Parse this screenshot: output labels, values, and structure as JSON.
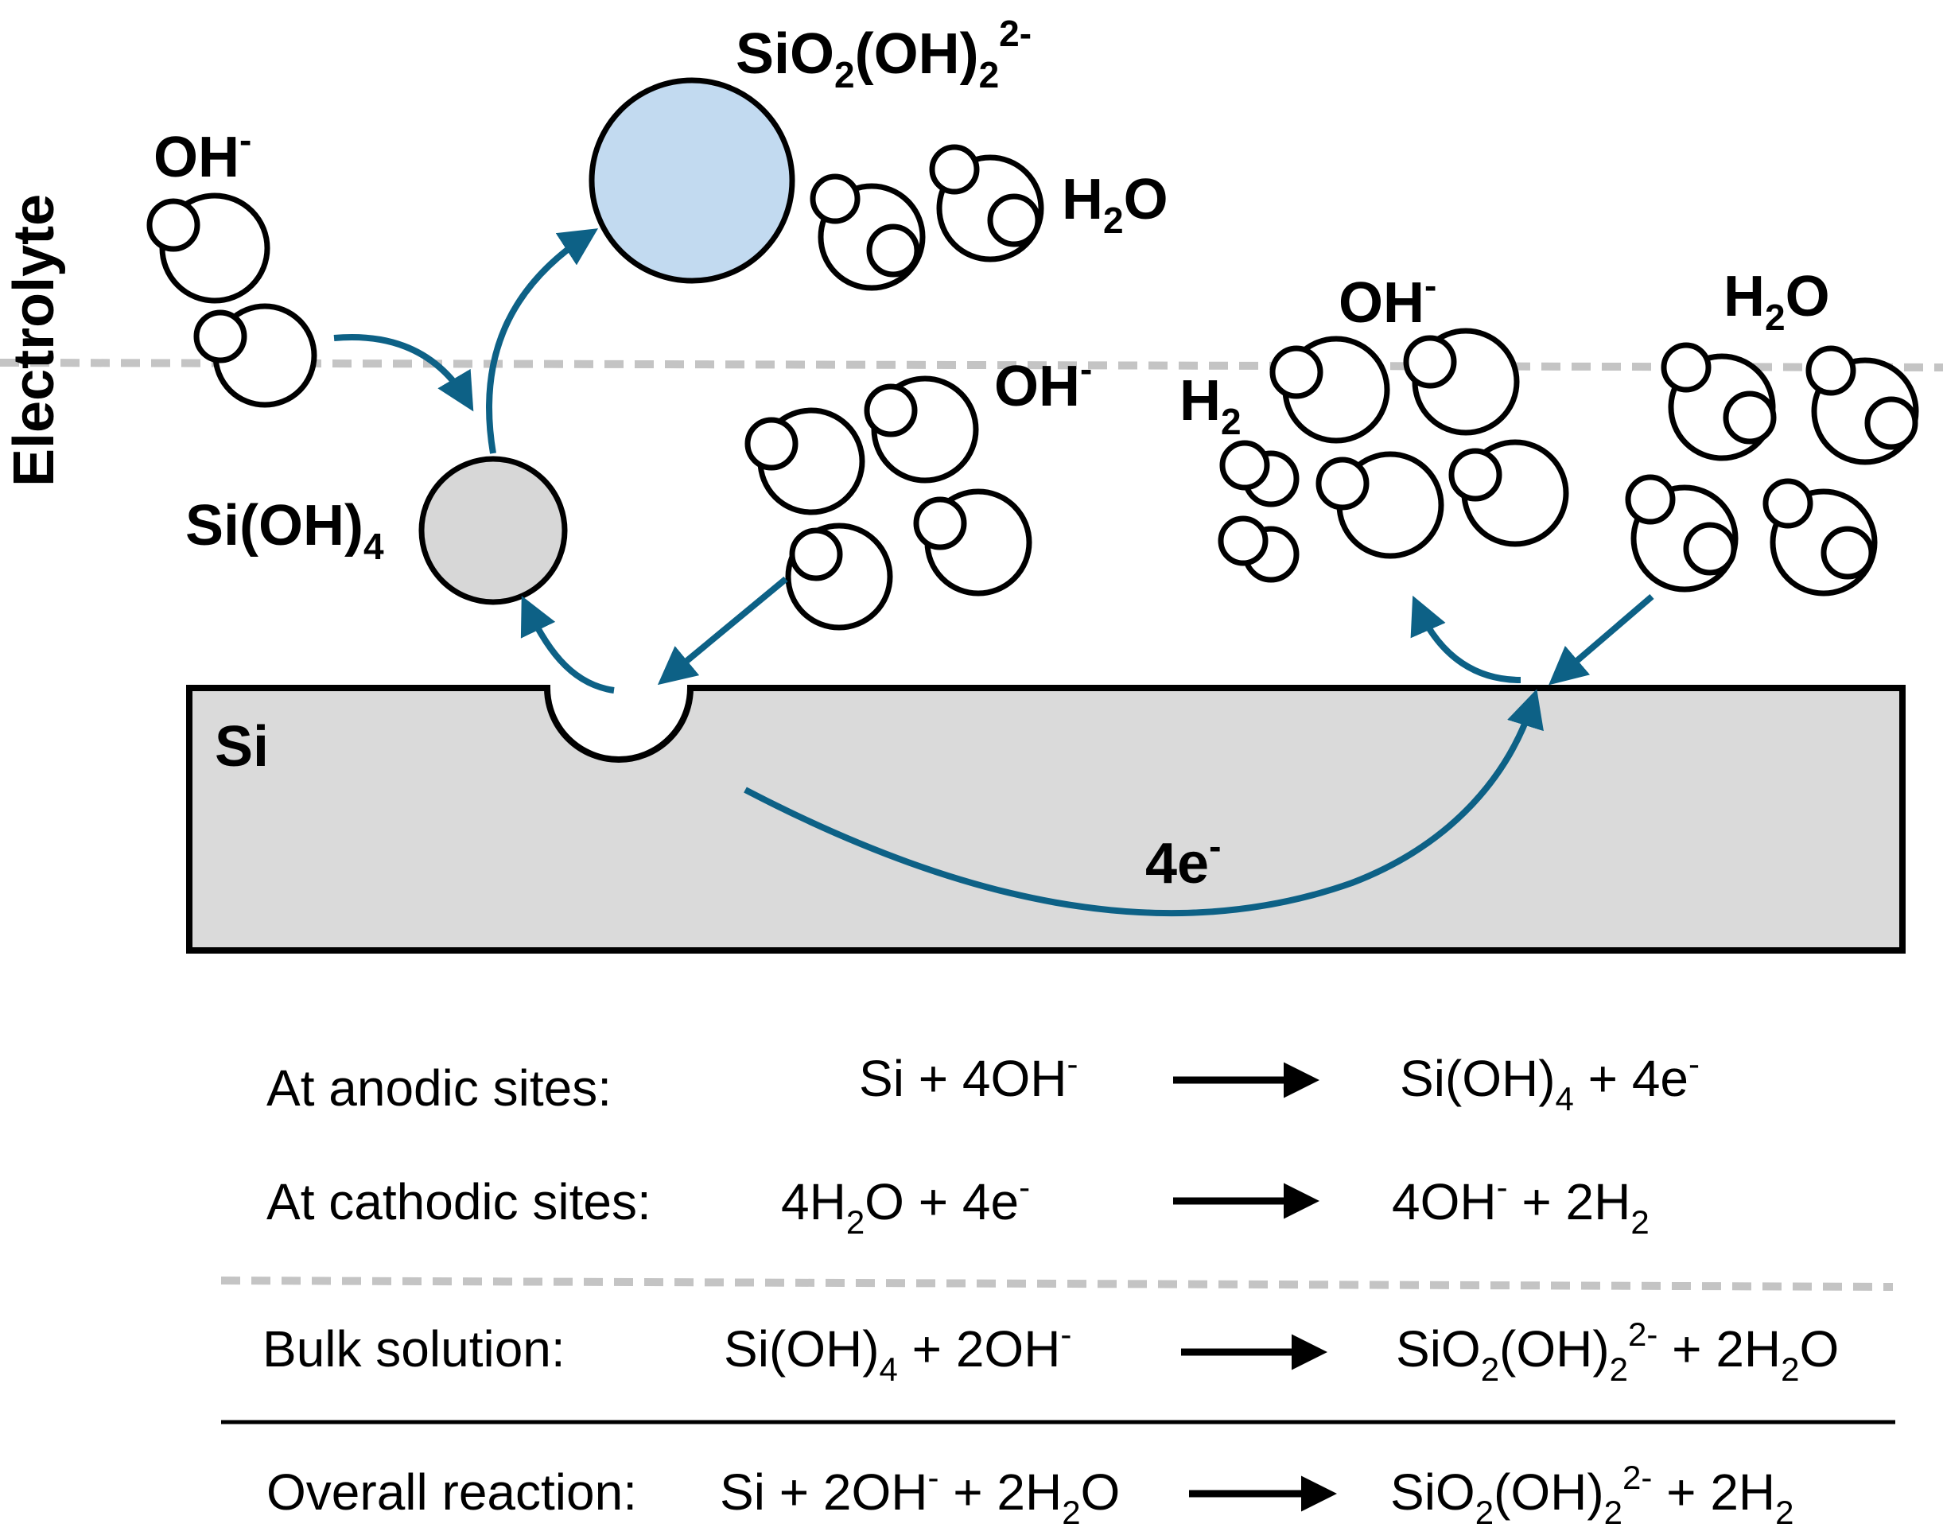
{
  "colors": {
    "arrow": "#0d6186",
    "silicon_fill": "#dadada",
    "si_oh4_fill": "#d7d7d7",
    "silicate_fill": "#c2daf0",
    "dashed_line": "#c4c4c4"
  },
  "labels": {
    "electrolyte": "Electrolyte",
    "si": "Si",
    "oh_top": {
      "base": "OH",
      "sup": "-"
    },
    "silicate": {
      "a": "SiO",
      "s1": "2",
      "b": "(OH)",
      "s2": "2",
      "sup": "2-"
    },
    "h2o_top": {
      "a": "H",
      "s": "2",
      "b": "O"
    },
    "sioh4": {
      "a": "Si(OH)",
      "s": "4"
    },
    "oh_mid": {
      "base": "OH",
      "sup": "-"
    },
    "oh_right": {
      "base": "OH",
      "sup": "-"
    },
    "h2": {
      "a": "H",
      "s": "2"
    },
    "h2o_right": {
      "a": "H",
      "s": "2",
      "b": "O"
    },
    "electrons": {
      "base": "4e",
      "sup": "-"
    }
  },
  "reactions": {
    "anodic": {
      "label": "At anodic sites:",
      "lhs": {
        "a": "Si + 4OH",
        "sup": "-"
      },
      "rhs": {
        "a": "Si(OH)",
        "s": "4",
        "b": " + 4e",
        "sup": "-"
      }
    },
    "cathodic": {
      "label": "At cathodic sites:",
      "lhs": {
        "a": "4H",
        "s": "2",
        "b": "O + 4e",
        "sup": "-"
      },
      "rhs": {
        "a": "4OH",
        "sup": "-",
        "b": " + 2H",
        "s": "2"
      }
    },
    "bulk": {
      "label": "Bulk solution:",
      "lhs": {
        "a": "Si(OH)",
        "s": "4",
        "b": " + 2OH",
        "sup": "-"
      },
      "rhs": {
        "a": "SiO",
        "s1": "2",
        "b": "(OH)",
        "s2": "2",
        "sup": "2-",
        "c": " + 2H",
        "s3": "2",
        "d": "O"
      }
    },
    "overall": {
      "label": "Overall reaction:",
      "lhs": {
        "a": "Si + 2OH",
        "sup": "-",
        "b": " + 2H",
        "s": "2",
        "c": "O"
      },
      "rhs": {
        "a": "SiO",
        "s1": "2",
        "b": "(OH)",
        "s2": "2",
        "sup": "2-",
        "c": " + 2H",
        "s3": "2"
      }
    }
  }
}
